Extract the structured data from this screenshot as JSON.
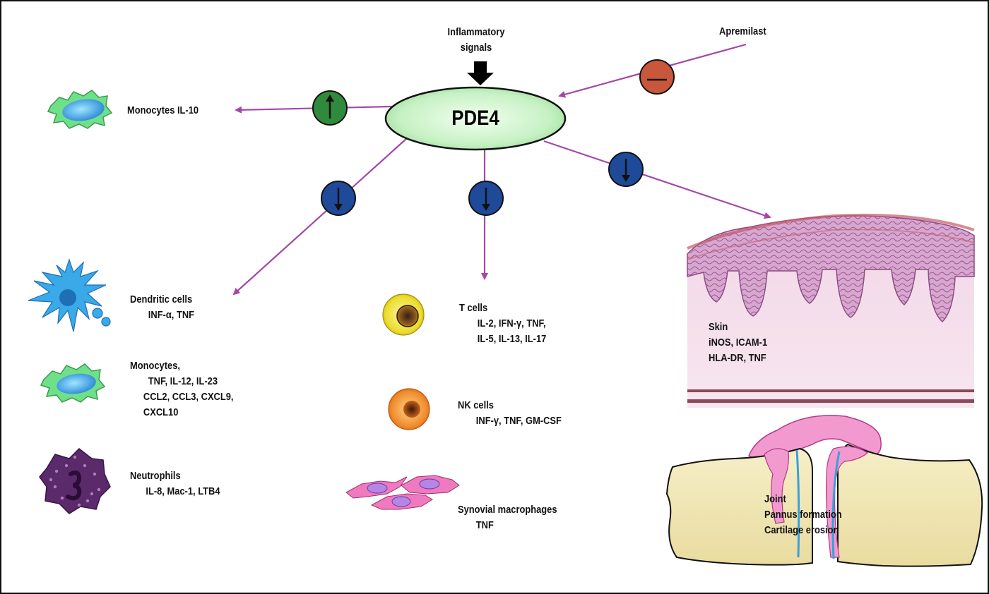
{
  "center_node": "PDE4",
  "inputs": {
    "signals_line1": "Inflammatory",
    "signals_line2": "signals",
    "drug": "Apremilast"
  },
  "effects": {
    "inhibit_symbol": "minus",
    "up_symbol": "up-arrow",
    "down_symbol": "down-arrow"
  },
  "cells": {
    "monocytes_il10": "Monocytes IL-10",
    "dendritic_title": "Dendritic cells",
    "dendritic_detail": "INF-α, TNF",
    "monocytes_title": "Monocytes,",
    "monocytes_line2": "TNF, IL-12, IL-23",
    "monocytes_line3": "CCL2, CCL3, CXCL9,",
    "monocytes_line4": "CXCL10",
    "neutrophils_title": "Neutrophils",
    "neutrophils_detail": "IL-8, Mac-1, LTB4",
    "tcells_title": "T cells",
    "tcells_line2": "IL-2, IFN-γ, TNF,",
    "tcells_line3": "IL-5, IL-13, IL-17",
    "nk_title": "NK cells",
    "nk_detail": "INF-γ, TNF, GM-CSF",
    "synovial_title": "Synovial macrophages",
    "synovial_detail": "TNF"
  },
  "tissues": {
    "skin_title": "Skin",
    "skin_line2": "iNOS, ICAM-1",
    "skin_line3": "HLA-DR, TNF",
    "joint_title": "Joint",
    "joint_line2": "Pannus formation",
    "joint_line3": "Cartilage erosion"
  },
  "colors": {
    "arrow": "#a347a8",
    "pde4_fill": "#c8f2c6",
    "up_circle": "#2f8a3c",
    "down_circle": "#1f4a9a",
    "inhibit_circle": "#c9573c"
  }
}
